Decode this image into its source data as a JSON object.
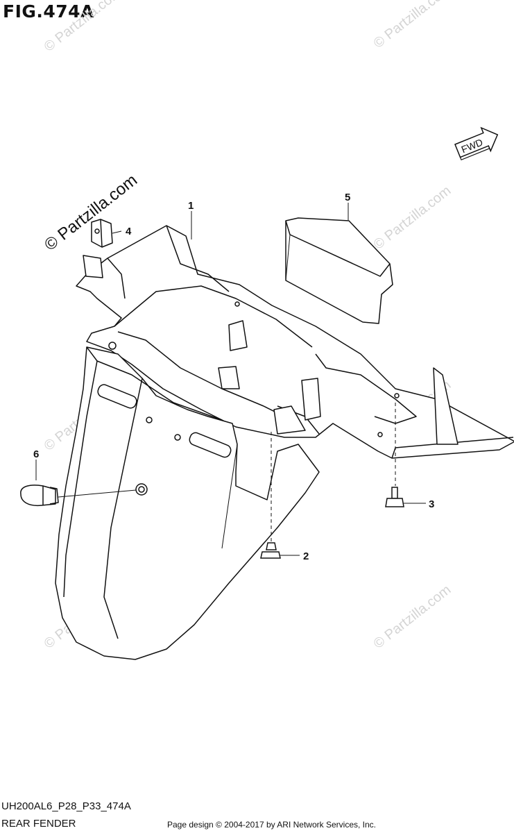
{
  "figure": {
    "title": "FIG.474A",
    "code": "UH200AL6_P28_P33_474A",
    "name": "REAR FENDER"
  },
  "direction_tag": "FWD",
  "watermark": "© Partzilla.com",
  "callouts": [
    {
      "id": "1",
      "label": "1"
    },
    {
      "id": "2",
      "label": "2"
    },
    {
      "id": "3",
      "label": "3"
    },
    {
      "id": "4",
      "label": "4"
    },
    {
      "id": "5",
      "label": "5"
    },
    {
      "id": "6",
      "label": "6"
    }
  ],
  "footer": {
    "copyright": "Page design © 2004-2017 by ARI Network Services, Inc."
  }
}
